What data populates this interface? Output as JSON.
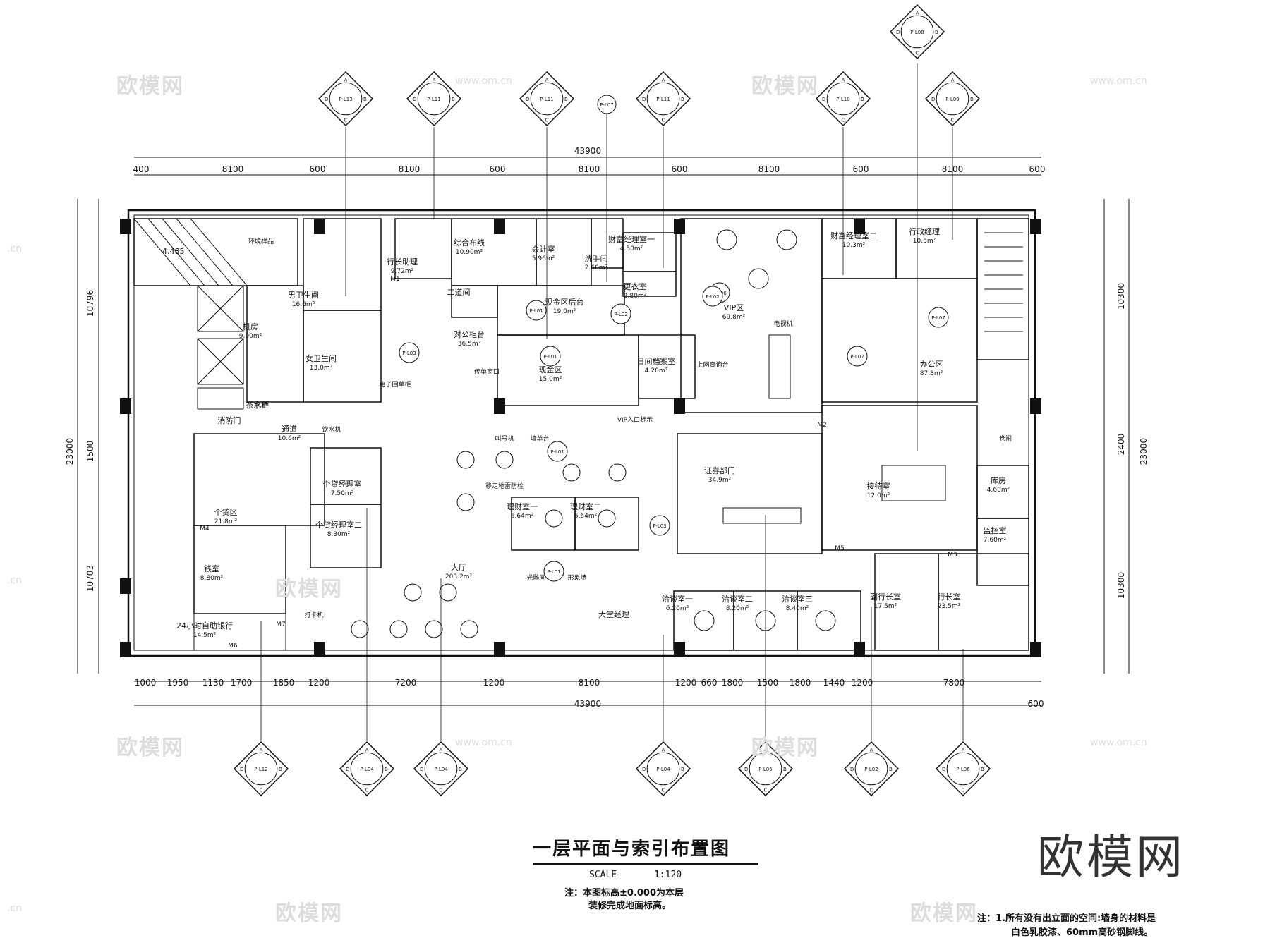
{
  "watermarks": {
    "logo": "欧模网",
    "url": "www.om.cn",
    "url_short": ".cn"
  },
  "brand_logo": "欧模网",
  "title": "一层平面与索引布置图",
  "scale_label": "SCALE",
  "scale_value": "1:120",
  "note_plan": [
    "注：本图标高±0.000为本层",
    "装修完成地面标高。"
  ],
  "note_material": [
    "注：1.所有没有出立面的空间:墙身的材料是",
    "白色乳胶漆、60mm高砂钢脚线。"
  ],
  "dims": {
    "top_total": "43900",
    "bottom_total": "43900",
    "top": [
      "400",
      "8100",
      "600",
      "8100",
      "600",
      "8100",
      "600",
      "8100",
      "600",
      "8100",
      "600"
    ],
    "bottom": [
      "1000",
      "1950",
      "1130",
      "1700",
      "1850",
      "1200",
      "7200",
      "1200",
      "8100",
      "1200",
      "660",
      "1800",
      "1500",
      "1800",
      "1440",
      "1200",
      "7800"
    ],
    "bottom_right": "600",
    "left": [
      "10796",
      "1500",
      "10703"
    ],
    "left_total": "23000",
    "right": [
      "10300",
      "2400",
      "10300"
    ],
    "right_total": "23000"
  },
  "elevation_label": "4.485",
  "rooms": [
    {
      "name": "男卫生间",
      "area": "16.6m²"
    },
    {
      "name": "女卫生间",
      "area": "13.0m²"
    },
    {
      "name": "机房",
      "area": "9.00m²"
    },
    {
      "name": "茶水柜",
      "area": ""
    },
    {
      "name": "行长助理",
      "area": "9.72m²"
    },
    {
      "name": "综合布线",
      "area": "10.90m²"
    },
    {
      "name": "会计室",
      "area": "5.96m²"
    },
    {
      "name": "洗手间",
      "area": "2.60m²"
    },
    {
      "name": "财富经理室一",
      "area": "4.50m²"
    },
    {
      "name": "更衣室",
      "area": "2.80m²"
    },
    {
      "name": "二道间",
      "area": ""
    },
    {
      "name": "现金区后台",
      "area": "19.0m²"
    },
    {
      "name": "对公柜台",
      "area": "36.5m²"
    },
    {
      "name": "现金区",
      "area": "15.0m²"
    },
    {
      "name": "日间档案室",
      "area": "4.20m²"
    },
    {
      "name": "VIP区",
      "area": "69.8m²"
    },
    {
      "name": "财富经理室二",
      "area": "10.3m²"
    },
    {
      "name": "行政经理",
      "area": "10.5m²"
    },
    {
      "name": "办公区",
      "area": "87.3m²"
    },
    {
      "name": "消防门",
      "area": ""
    },
    {
      "name": "通道",
      "area": "10.6m²"
    },
    {
      "name": "个贷区",
      "area": "21.8m²"
    },
    {
      "name": "个贷经理室",
      "area": "7.50m²"
    },
    {
      "name": "个贷经理室二",
      "area": "8.30m²"
    },
    {
      "name": "钱室",
      "area": "8.80m²"
    },
    {
      "name": "24小时自助银行",
      "area": "14.5m²"
    },
    {
      "name": "理财室一",
      "area": "6.64m²"
    },
    {
      "name": "理财室二",
      "area": "6.64m²"
    },
    {
      "name": "大厅",
      "area": "203.2m²"
    },
    {
      "name": "证券部门",
      "area": "34.9m²"
    },
    {
      "name": "接待室",
      "area": "12.0m²"
    },
    {
      "name": "库房",
      "area": "4.60m²"
    },
    {
      "name": "监控室",
      "area": "7.60m²"
    },
    {
      "name": "洽谈室一",
      "area": "6.20m²"
    },
    {
      "name": "洽谈室二",
      "area": "8.20m²"
    },
    {
      "name": "洽谈室三",
      "area": "8.40m²"
    },
    {
      "name": "副行长室",
      "area": "17.5m²"
    },
    {
      "name": "行长室",
      "area": "23.5m²"
    },
    {
      "name": "大堂经理",
      "area": ""
    }
  ],
  "labels": [
    "饮水机",
    "打卡机",
    "叫号机",
    "填单台",
    "传单窗口",
    "电子回单柜",
    "VIP入口标示",
    "上网查询台",
    "电视机",
    "光雕画",
    "形象墙",
    "移走地雷防栓",
    "卷闸",
    "环境样品",
    "机柜"
  ],
  "index_tags_top": [
    "P-L13",
    "P-L11",
    "P-L11",
    "P-L11",
    "P-L10",
    "P-L08",
    "P-L09",
    "P-L07"
  ],
  "index_tags_bottom": [
    "P-L12",
    "P-L04",
    "P-L04",
    "P-L04",
    "P-L05",
    "P-L02",
    "P-L06"
  ],
  "inner_tags": [
    "P-L03",
    "P-L01",
    "P-L01",
    "P-L06",
    "P-L02",
    "P-L07",
    "P-L07",
    "P-L01",
    "P-L02",
    "P-L03",
    "P-L01"
  ],
  "door_tags": [
    "M1",
    "M2",
    "M3",
    "M4",
    "M5",
    "M6",
    "M7"
  ]
}
